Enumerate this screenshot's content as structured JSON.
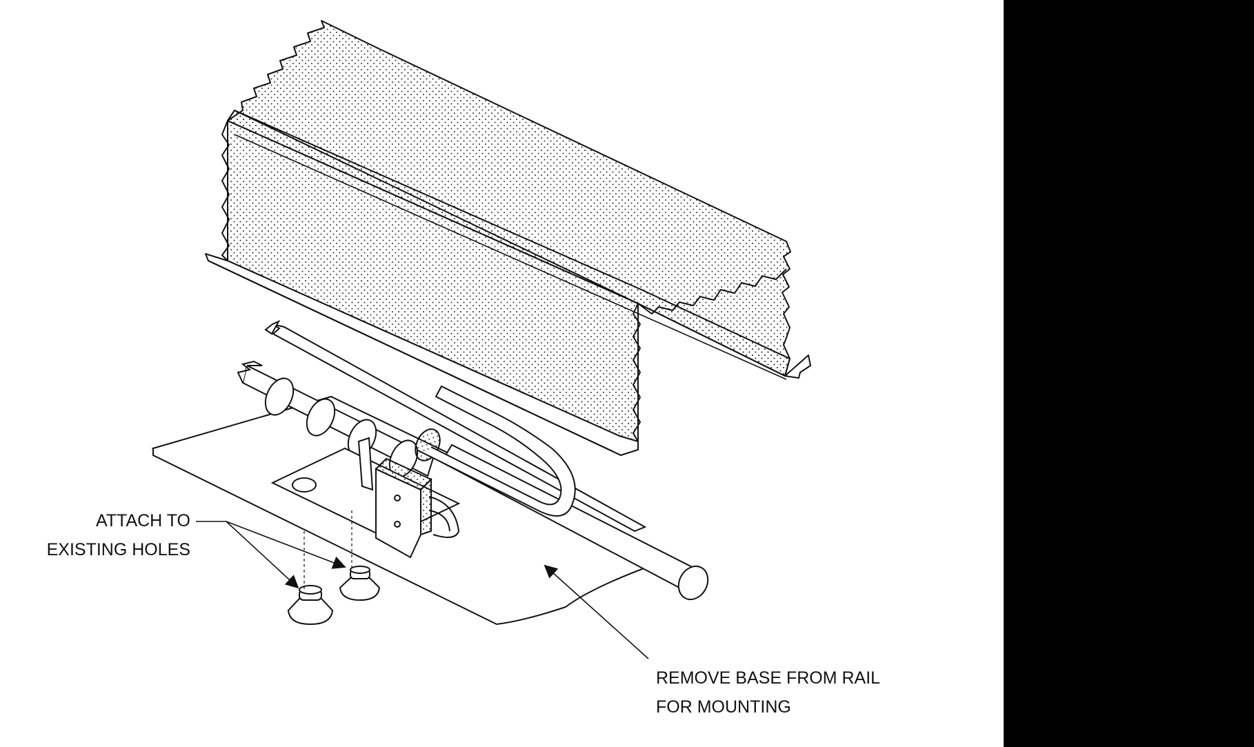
{
  "labels": {
    "attach_line1": "ATTACH TO",
    "attach_line2": "EXISTING HOLES",
    "remove_line1": "REMOVE BASE FROM RAIL",
    "remove_line2": "FOR MOUNTING"
  },
  "colors": {
    "line": "#111111",
    "background": "#ffffff",
    "side_panel": "#000000"
  }
}
